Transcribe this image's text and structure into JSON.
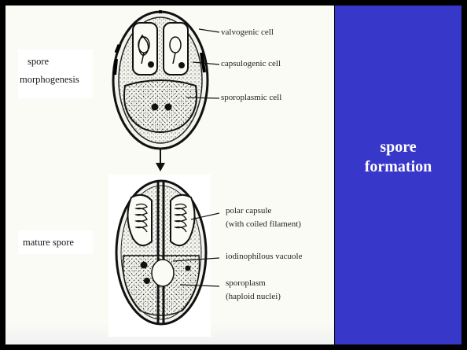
{
  "slide": {
    "title_lines": [
      "spore",
      "formation"
    ],
    "colors": {
      "panel": "#3737c9",
      "paper": "#fbfbf6",
      "ink": "#1a1a1a",
      "title_text": "#ffffff"
    }
  },
  "diagram": {
    "stage_labels": {
      "morphogenesis_line1": "spore",
      "morphogenesis_line2": "morphogenesis",
      "mature": "mature spore"
    },
    "top_callouts": {
      "valvogenic": "valvogenic cell",
      "capsulogenic": "capsulogenic cell",
      "sporoplasmic": "sporoplasmic cell"
    },
    "bottom_callouts": {
      "polar_capsule_line1": "polar capsule",
      "polar_capsule_line2": "(with coiled filament)",
      "iodinophilous": "iodinophilous vacuole",
      "sporoplasm_line1": "sporoplasm",
      "sporoplasm_line2": "(haploid nuclei)"
    }
  }
}
